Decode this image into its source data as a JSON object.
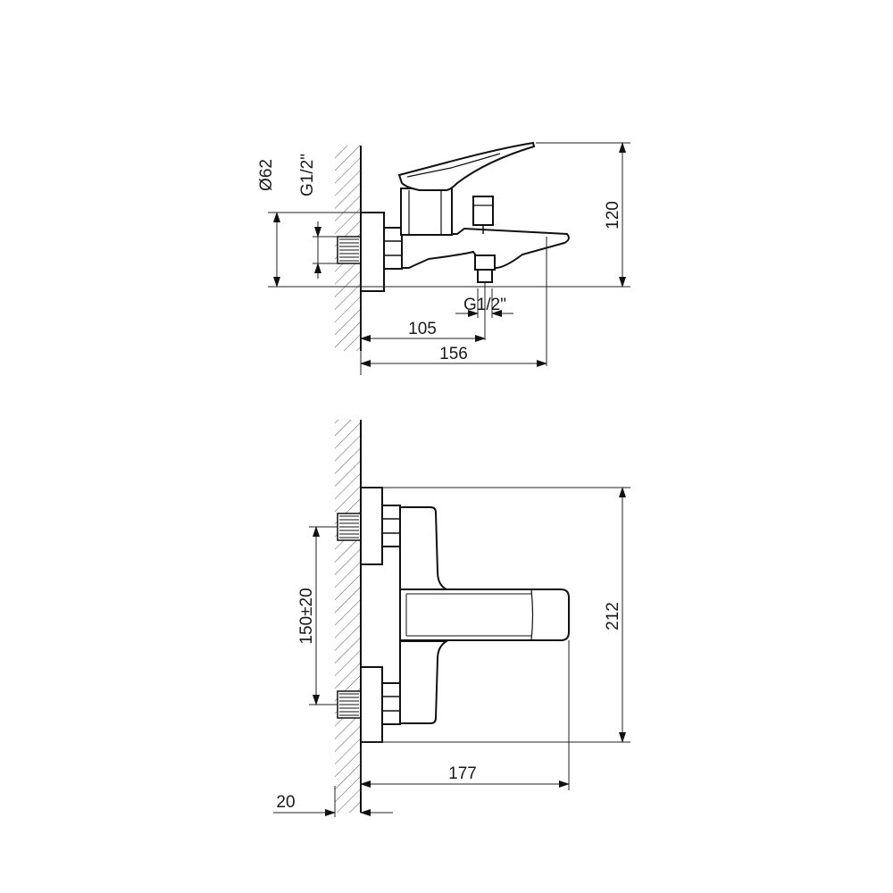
{
  "top_view": {
    "dimensions": {
      "flange_diameter": "Ø62",
      "inlet_thread": "G1/2\"",
      "outlet_thread": "G1/2\"",
      "outlet_distance": "105",
      "depth": "156",
      "height": "120"
    }
  },
  "front_view": {
    "dimensions": {
      "inlet_spacing": "150±20",
      "height": "212",
      "depth": "177",
      "wall_offset": "20"
    }
  }
}
